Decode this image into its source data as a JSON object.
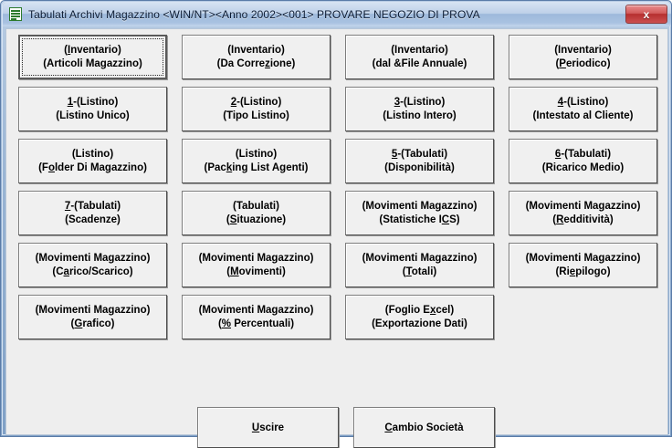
{
  "window": {
    "title": "Tabulati Archivi Magazzino <WIN/NT><Anno 2002><001> PROVARE NEGOZIO DI PROVA",
    "icon": "list-document-icon",
    "close_label": "x",
    "frame_color": "#9ab5d4",
    "client_color": "#eeeeee",
    "close_color": "#b62f2f"
  },
  "grid": {
    "columns": 4,
    "rows": 6,
    "buttons": [
      {
        "id": "inventario-articoli-magazzino",
        "line1": "(Inventario)",
        "line2": "(Articoli Magazzino)",
        "accel1": "I",
        "accel2": "",
        "focused": true,
        "row": 0,
        "col": 0
      },
      {
        "id": "inventario-da-correzione",
        "line1": "(Inventario)",
        "line2": "(Da Correzione)",
        "accel1": "",
        "accel2": "z",
        "focused": false,
        "row": 0,
        "col": 1
      },
      {
        "id": "inventario-dal-file-annuale",
        "line1": "(Inventario)",
        "line2": "(dal &File Annuale)",
        "accel1": "",
        "accel2": "",
        "focused": false,
        "row": 0,
        "col": 2
      },
      {
        "id": "inventario-periodico",
        "line1": "(Inventario)",
        "line2": "(Periodico)",
        "accel1": "",
        "accel2": "P",
        "focused": false,
        "row": 0,
        "col": 3
      },
      {
        "id": "listino-1-listino-unico",
        "line1": "1-(Listino)",
        "line2": "(Listino Unico)",
        "accel1": "1",
        "accel2": "",
        "focused": false,
        "row": 1,
        "col": 0
      },
      {
        "id": "listino-2-tipo-listino",
        "line1": "2-(Listino)",
        "line2": "(Tipo Listino)",
        "accel1": "2",
        "accel2": "",
        "focused": false,
        "row": 1,
        "col": 1
      },
      {
        "id": "listino-3-listino-intero",
        "line1": "3-(Listino)",
        "line2": "(Listino Intero)",
        "accel1": "3",
        "accel2": "",
        "focused": false,
        "row": 1,
        "col": 2
      },
      {
        "id": "listino-4-intestato-al-cliente",
        "line1": "4-(Listino)",
        "line2": "(Intestato al Cliente)",
        "accel1": "4",
        "accel2": "",
        "focused": false,
        "row": 1,
        "col": 3
      },
      {
        "id": "listino-folder-di-magazzino",
        "line1": "(Listino)",
        "line2": "(Folder Di Magazzino)",
        "accel1": "",
        "accel2": "o",
        "focused": false,
        "row": 2,
        "col": 0
      },
      {
        "id": "listino-packing-list-agenti",
        "line1": "(Listino)",
        "line2": "(Packing List Agenti)",
        "accel1": "",
        "accel2": "k",
        "focused": false,
        "row": 2,
        "col": 1
      },
      {
        "id": "tabulati-5-disponibilita",
        "line1": "5-(Tabulati)",
        "line2": "(Disponibilità)",
        "accel1": "5",
        "accel2": "",
        "focused": false,
        "row": 2,
        "col": 2
      },
      {
        "id": "tabulati-6-ricarico-medio",
        "line1": "6-(Tabulati)",
        "line2": "(Ricarico Medio)",
        "accel1": "6",
        "accel2": "",
        "focused": false,
        "row": 2,
        "col": 3
      },
      {
        "id": "tabulati-7-scadenze",
        "line1": "7-(Tabulati)",
        "line2": "(Scadenze)",
        "accel1": "7",
        "accel2": "",
        "focused": false,
        "row": 3,
        "col": 0
      },
      {
        "id": "tabulati-situazione",
        "line1": "(Tabulati)",
        "line2": "(Situazione)",
        "accel1": "",
        "accel2": "S",
        "focused": false,
        "row": 3,
        "col": 1
      },
      {
        "id": "movimenti-statistiche-ics",
        "line1": "(Movimenti Magazzino)",
        "line2": "(Statistiche ICS)",
        "accel1": "",
        "accel2": "C",
        "focused": false,
        "row": 3,
        "col": 2
      },
      {
        "id": "movimenti-redditivita",
        "line1": "(Movimenti Magazzino)",
        "line2": "(Redditività)",
        "accel1": "",
        "accel2": "R",
        "focused": false,
        "row": 3,
        "col": 3
      },
      {
        "id": "movimenti-carico-scarico",
        "line1": "(Movimenti Magazzino)",
        "line2": "(Carico/Scarico)",
        "accel1": "",
        "accel2": "a",
        "focused": false,
        "row": 4,
        "col": 0
      },
      {
        "id": "movimenti-movimenti",
        "line1": "(Movimenti Magazzino)",
        "line2": "(Movimenti)",
        "accel1": "",
        "accel2": "M",
        "focused": false,
        "row": 4,
        "col": 1
      },
      {
        "id": "movimenti-totali",
        "line1": "(Movimenti Magazzino)",
        "line2": "(Totali)",
        "accel1": "",
        "accel2": "T",
        "focused": false,
        "row": 4,
        "col": 2
      },
      {
        "id": "movimenti-riepilogo",
        "line1": "(Movimenti Magazzino)",
        "line2": "(Riepilogo)",
        "accel1": "",
        "accel2": "e",
        "focused": false,
        "row": 4,
        "col": 3
      },
      {
        "id": "movimenti-grafico",
        "line1": "(Movimenti Magazzino)",
        "line2": "(Grafico)",
        "accel1": "",
        "accel2": "G",
        "focused": false,
        "row": 5,
        "col": 0
      },
      {
        "id": "movimenti-percentuali",
        "line1": "(Movimenti Magazzino)",
        "line2": "(% Percentuali)",
        "accel1": "",
        "accel2": "%",
        "focused": false,
        "row": 5,
        "col": 1
      },
      {
        "id": "foglio-excel-esportazione",
        "line1": "(Foglio Excel)",
        "line2": "(Exportazione Dati)",
        "accel1": "x",
        "accel2": "",
        "focused": false,
        "row": 5,
        "col": 2
      }
    ]
  },
  "footer": {
    "buttons": [
      {
        "id": "uscire",
        "label": "Uscire",
        "accel": "U"
      },
      {
        "id": "cambio-societa",
        "label": "Cambio Società",
        "accel": "C"
      }
    ]
  }
}
